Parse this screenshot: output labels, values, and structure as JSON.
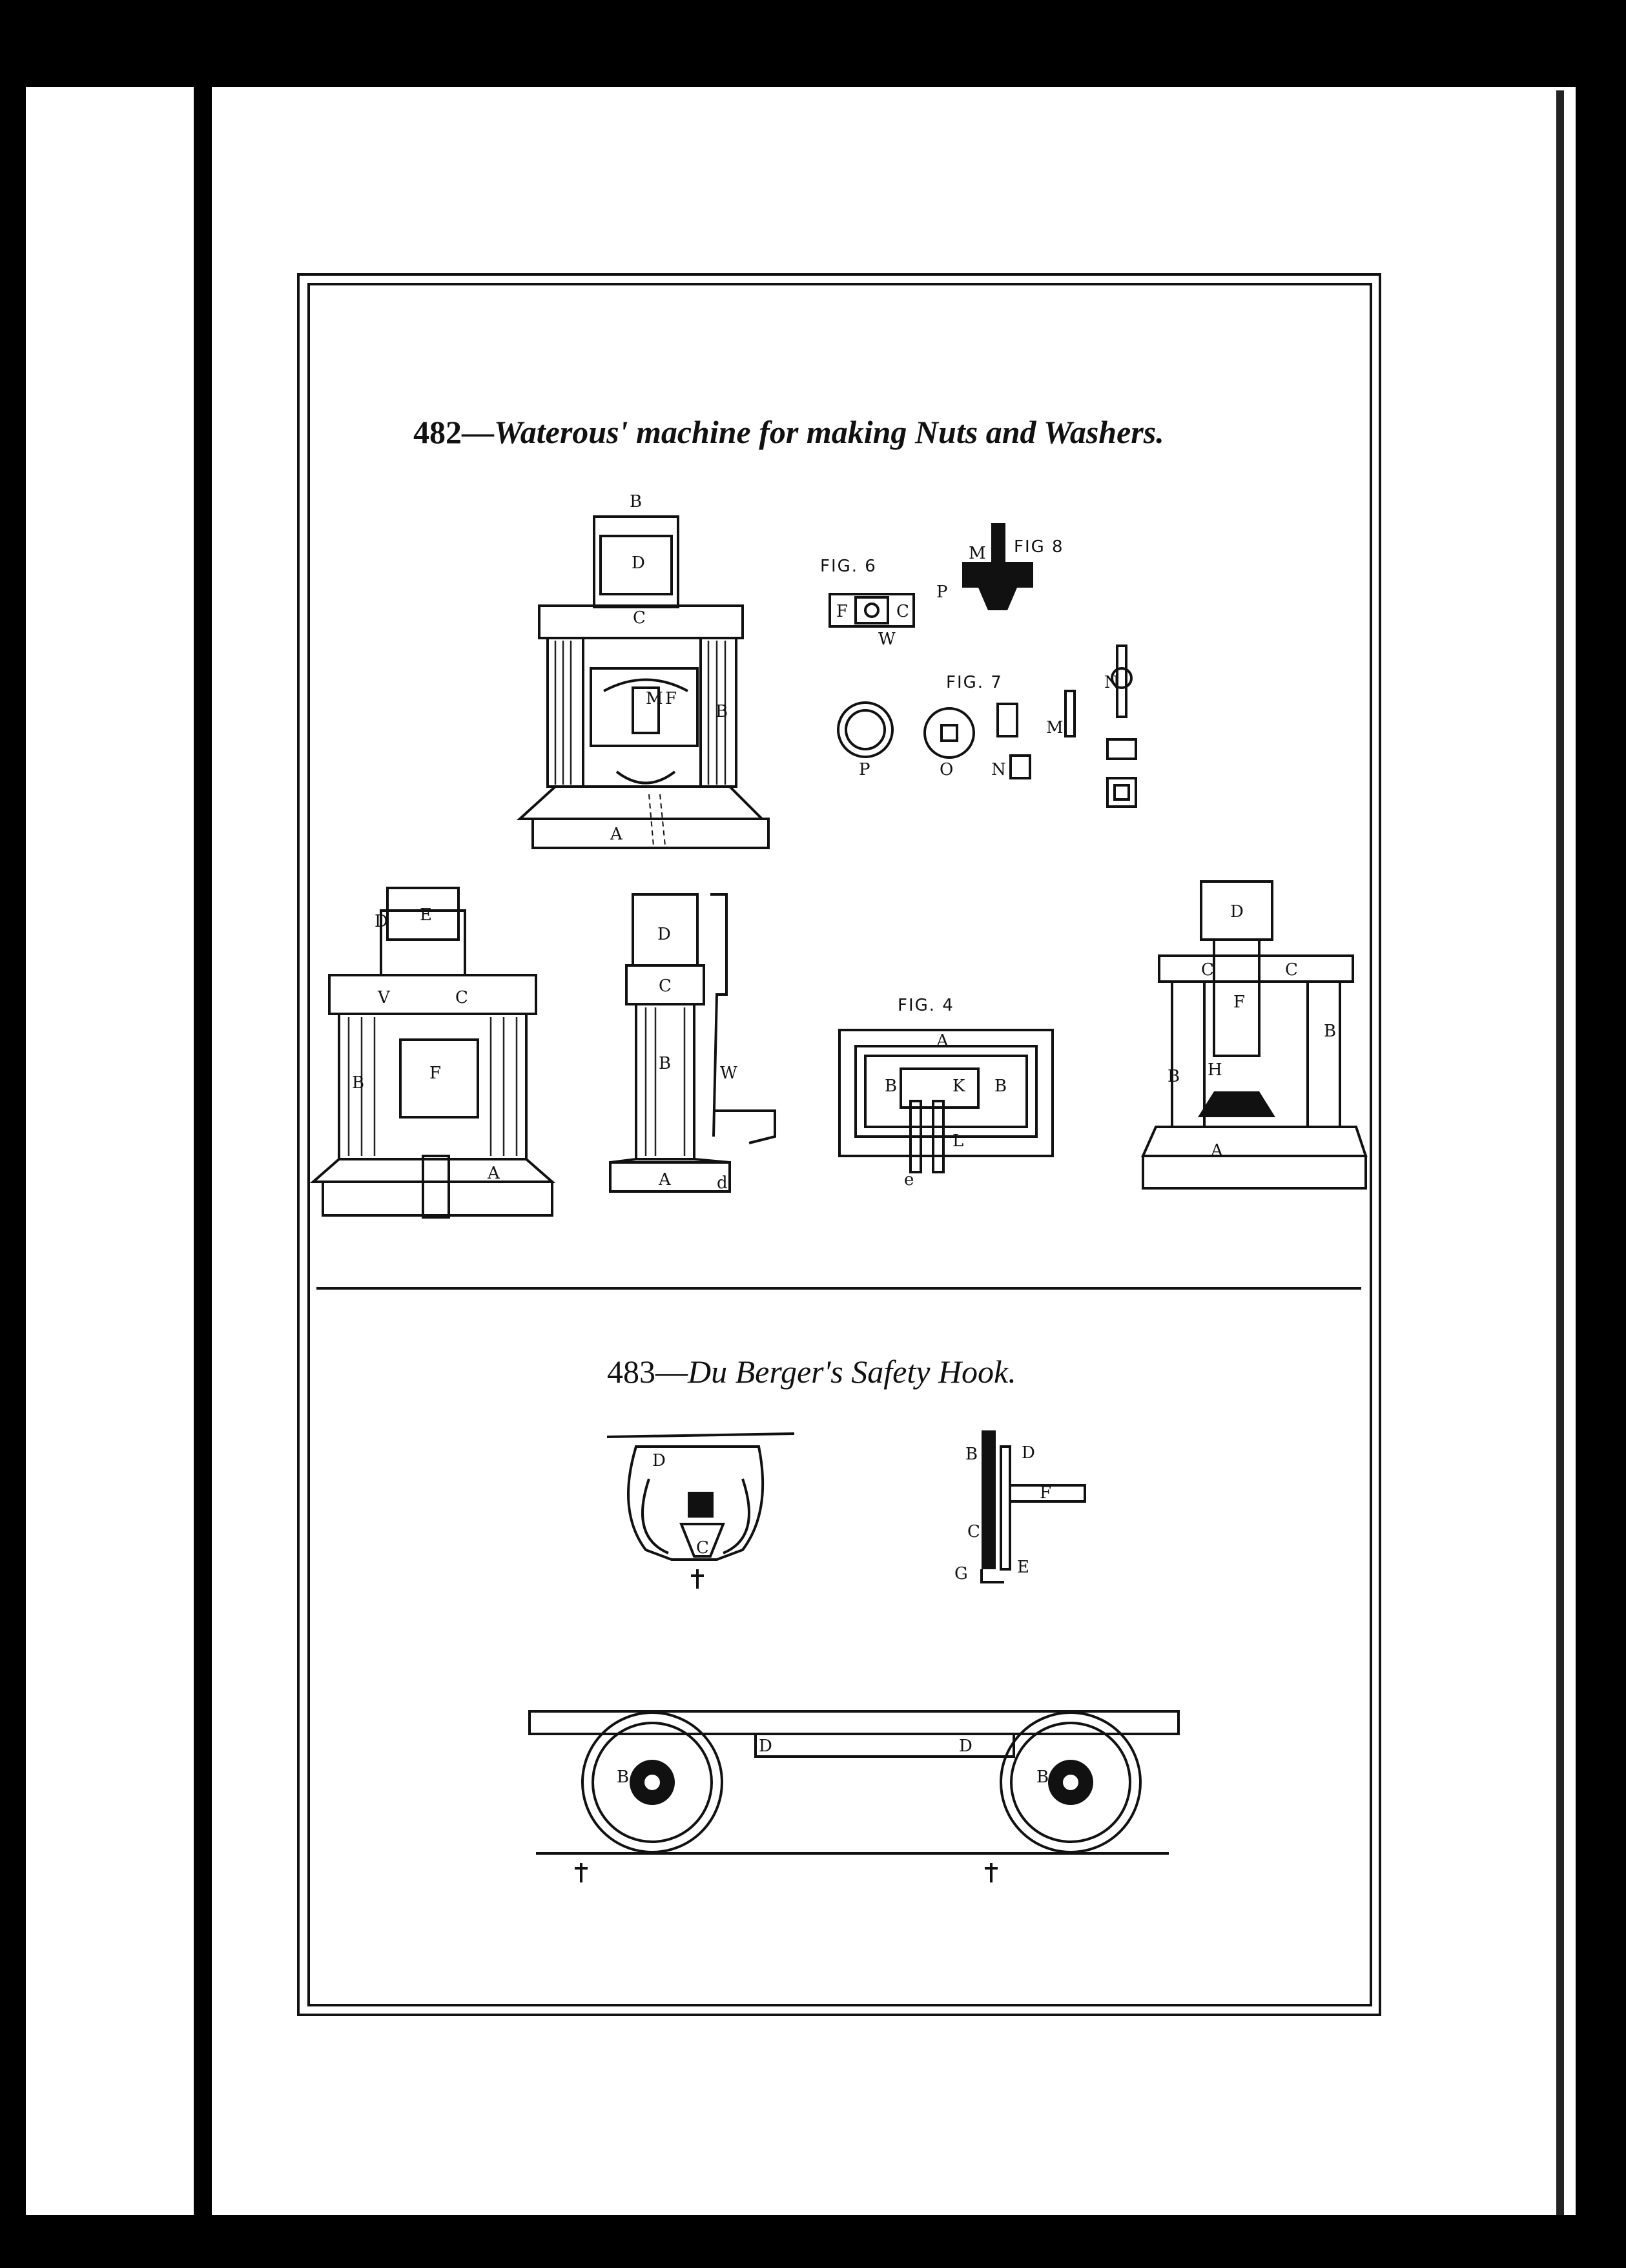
{
  "captions": {
    "fig482": {
      "number": "482—",
      "title": "Waterous' machine for making Nuts and Washers."
    },
    "fig483": {
      "number": "483—",
      "title": "Du Berger's Safety Hook."
    }
  },
  "figure_labels": {
    "fig6": "FIG. 6",
    "fig8": "FIG 8",
    "fig7": "FIG. 7",
    "fig4": "FIG. 4"
  },
  "part_letters": {
    "A": "A",
    "B": "B",
    "C": "C",
    "D": "D",
    "E": "E",
    "F": "F",
    "G": "G",
    "H": "H",
    "K": "K",
    "L": "L",
    "M": "M",
    "N": "N",
    "O": "O",
    "P": "P",
    "V": "V",
    "W": "W",
    "e": "e",
    "d": "d"
  }
}
